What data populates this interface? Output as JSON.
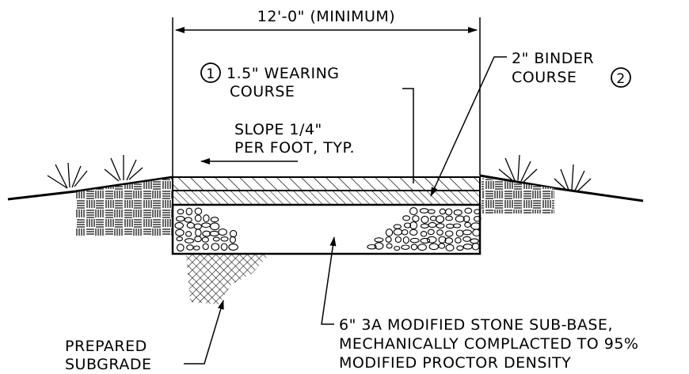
{
  "dimension": {
    "label": "12'-0\" (MINIMUM)"
  },
  "callouts": {
    "wearing_number": "1",
    "wearing_line1": "1.5\" WEARING",
    "wearing_line2": "COURSE",
    "binder_number": "2",
    "binder_line1": "2\" BINDER",
    "binder_line2": "COURSE",
    "slope_line1": "SLOPE 1/4\"",
    "slope_line2": "PER FOOT, TYP.",
    "subbase_line1": "6\" 3A MODIFIED STONE SUB-BASE,",
    "subbase_line2": "MECHANICALLY COMPLACTED TO 95%",
    "subbase_line3": "MODIFIED PROCTOR DENSITY",
    "subgrade_line1": "PREPARED",
    "subgrade_line2": "SUBGRADE"
  },
  "colors": {
    "ink": "#000000",
    "paper": "#ffffff"
  }
}
